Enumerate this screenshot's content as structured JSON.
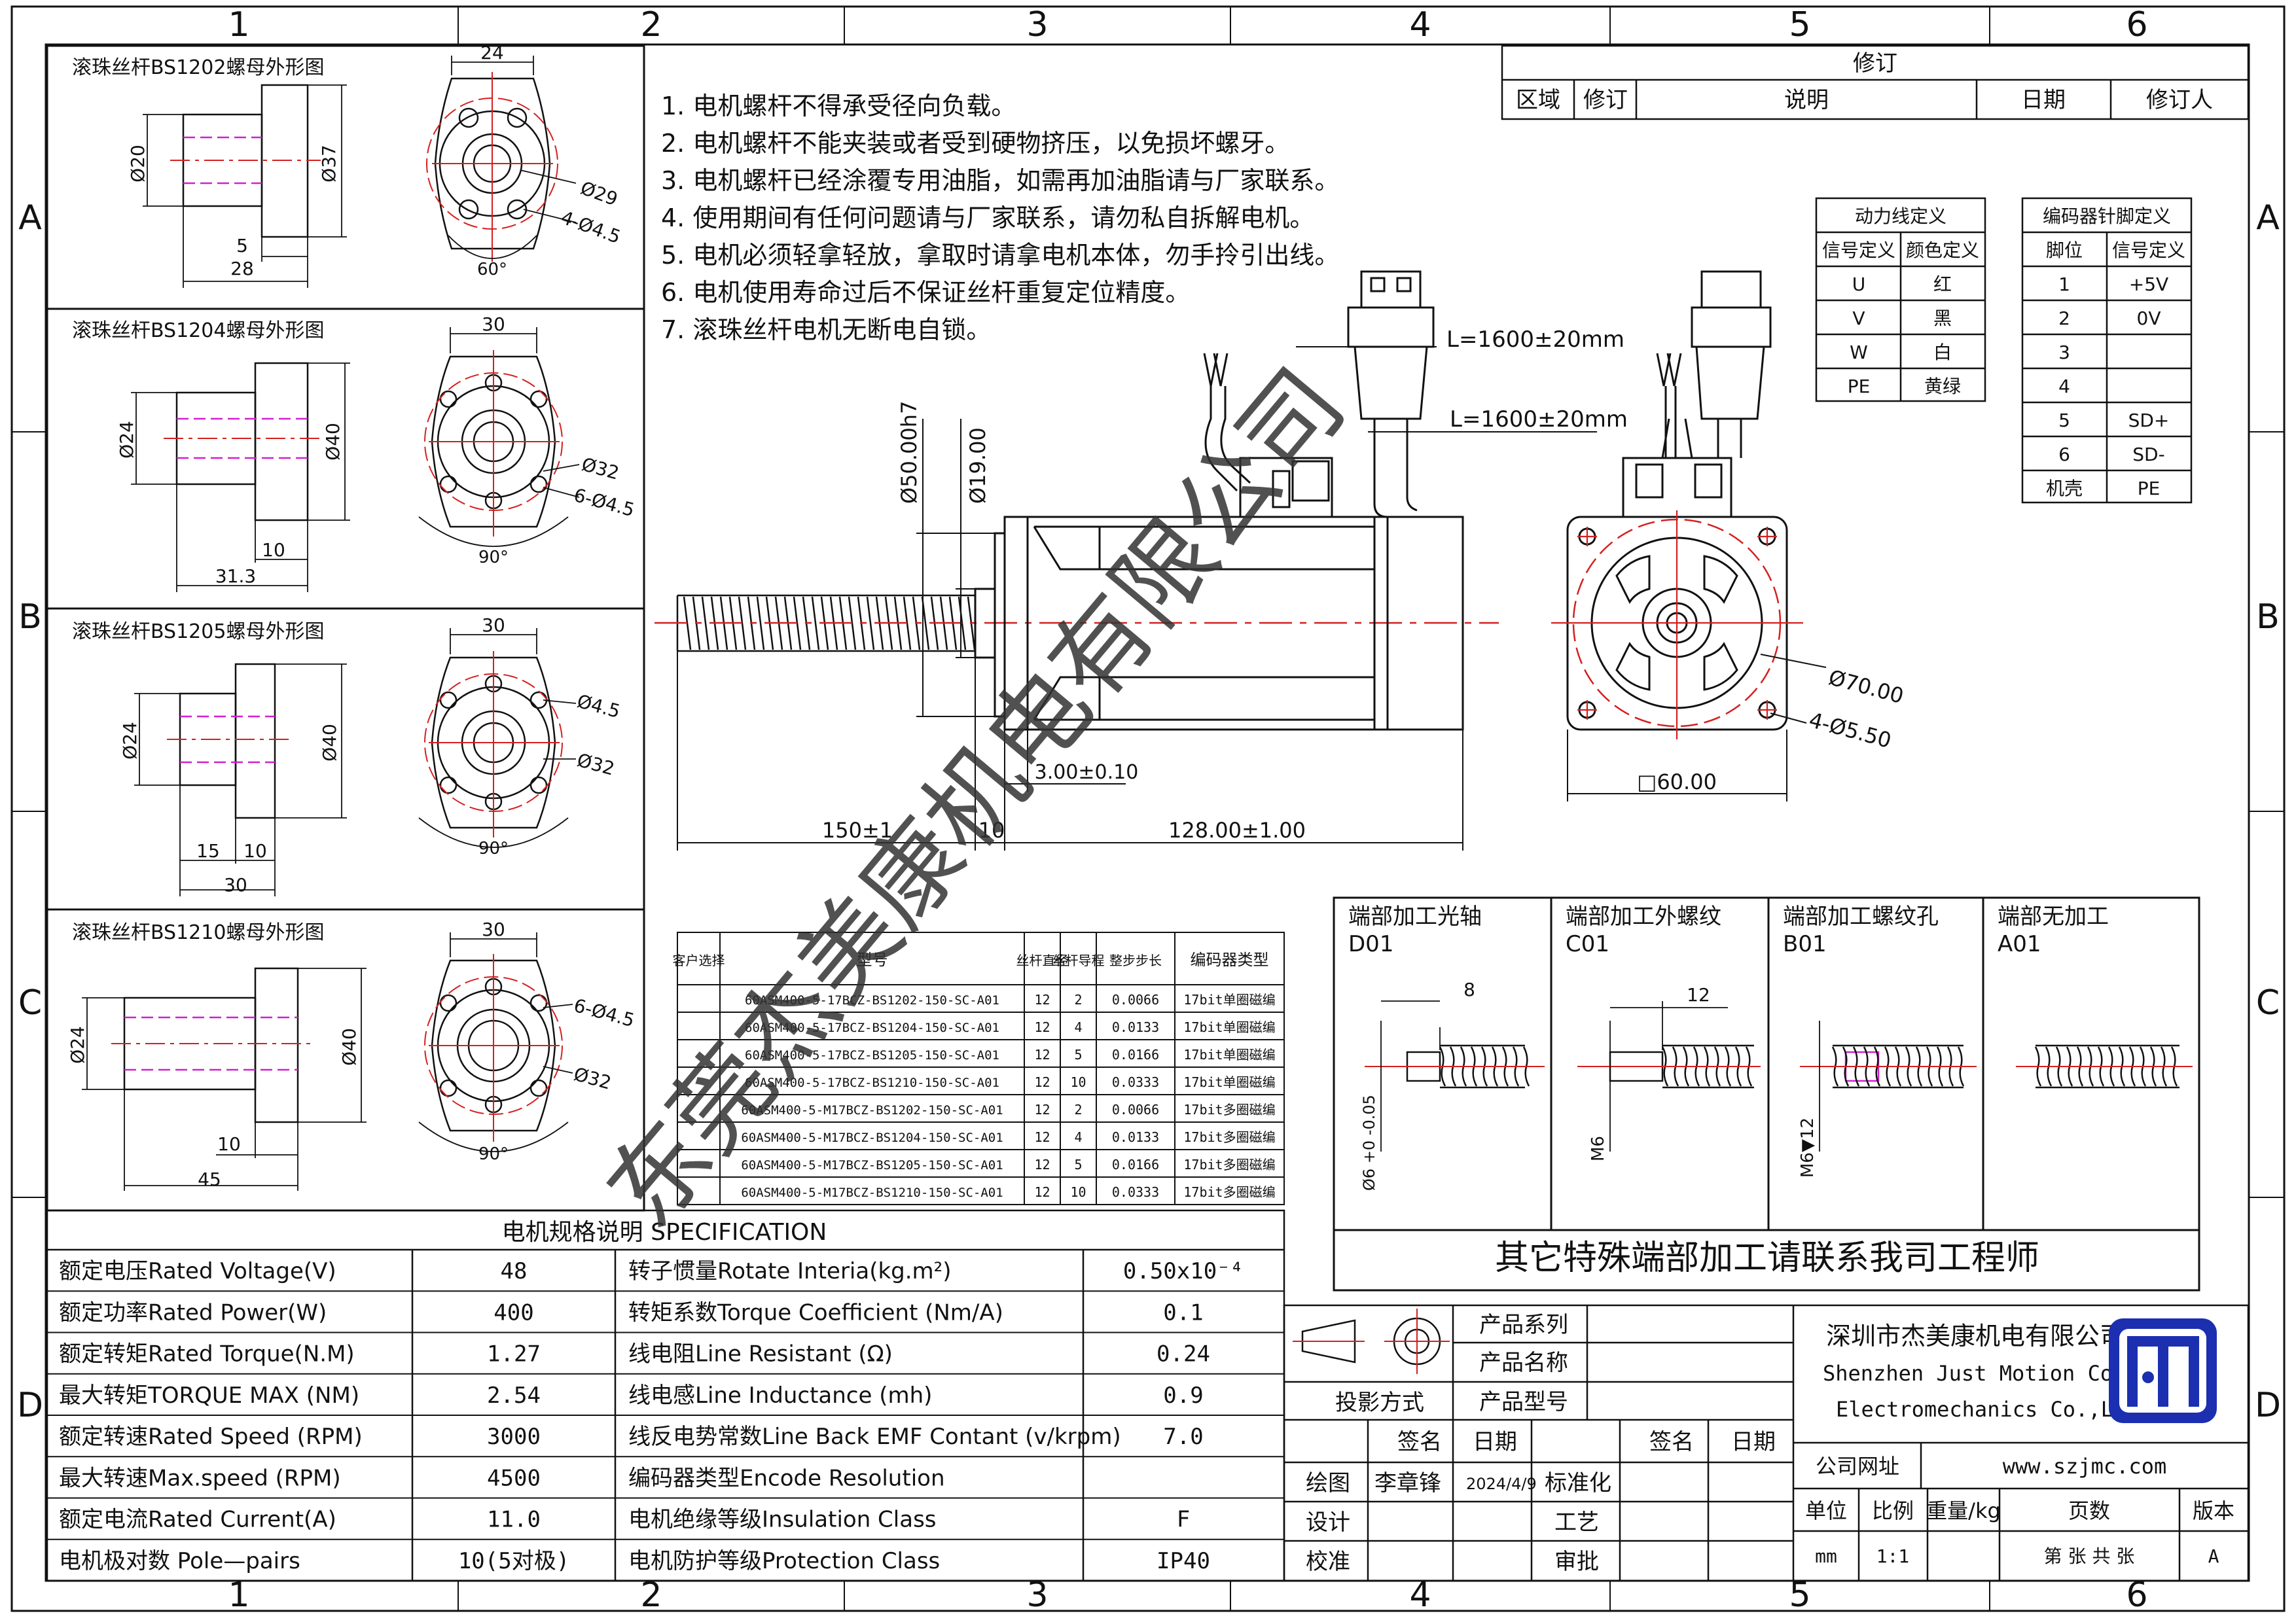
{
  "grid": {
    "cols": [
      "1",
      "2",
      "3",
      "4",
      "5",
      "6"
    ],
    "rows": [
      "A",
      "B",
      "C",
      "D"
    ]
  },
  "revision": {
    "title": "修订",
    "headers": [
      "区域",
      "修订",
      "说明",
      "日期",
      "修订人"
    ]
  },
  "notes": [
    "1. 电机螺杆不得承受径向负载。",
    "2. 电机螺杆不能夹装或者受到硬物挤压，以免损坏螺牙。",
    "3. 电机螺杆已经涂覆专用油脂，如需再加油脂请与厂家联系。",
    "4. 使用期间有任何问题请与厂家联系，请勿私自拆解电机。",
    "5. 电机必须轻拿轻放，拿取时请拿电机本体，勿手拎引出线。",
    "6. 电机使用寿命过后不保证丝杆重复定位精度。",
    "7. 滚珠丝杆电机无断电自锁。"
  ],
  "power_table": {
    "title": "动力线定义",
    "headers": [
      "信号定义",
      "颜色定义"
    ],
    "rows": [
      [
        "U",
        "红"
      ],
      [
        "V",
        "黑"
      ],
      [
        "W",
        "白"
      ],
      [
        "PE",
        "黄绿"
      ]
    ]
  },
  "encoder_table": {
    "title": "编码器针脚定义",
    "headers": [
      "脚位",
      "信号定义"
    ],
    "rows": [
      [
        "1",
        "+5V"
      ],
      [
        "2",
        "0V"
      ],
      [
        "3",
        ""
      ],
      [
        "4",
        ""
      ],
      [
        "5",
        "SD+"
      ],
      [
        "6",
        "SD-"
      ],
      [
        "机壳",
        "PE"
      ]
    ]
  },
  "nuts": [
    {
      "title": "滚珠丝杆BS1202螺母外形图",
      "dia": "Ø20",
      "flange": "Ø37",
      "pcd": "Ø29",
      "holes": "4-Ø4.5",
      "angle": "60°",
      "w": "24",
      "len": "28",
      "sub1": "5",
      "sub2": ""
    },
    {
      "title": "滚珠丝杆BS1204螺母外形图",
      "dia": "Ø24",
      "flange": "Ø40",
      "pcd": "Ø32",
      "holes": "6-Ø4.5",
      "angle": "90°",
      "w": "30",
      "len": "31.3",
      "sub1": "10",
      "sub2": ""
    },
    {
      "title": "滚珠丝杆BS1205螺母外形图",
      "dia": "Ø24",
      "flange": "Ø40",
      "pcd": "Ø32",
      "holes": "Ø4.5",
      "angle": "90°",
      "w": "30",
      "len": "30",
      "sub1": "15",
      "sub2": "10"
    },
    {
      "title": "滚珠丝杆BS1210螺母外形图",
      "dia": "Ø24",
      "flange": "Ø40",
      "pcd": "Ø32",
      "holes": "6-Ø4.5",
      "angle": "90°",
      "w": "30",
      "len": "45",
      "sub1": "10",
      "sub2": ""
    }
  ],
  "motor_dims": {
    "cable1": "L=1600±20mm",
    "cable2": "L=1600±20mm",
    "d50": "Ø50.00h7",
    "d19": "Ø19.00",
    "d70": "Ø70.00",
    "holes": "4-Ø5.50",
    "sq": "□60.00",
    "step": "3.00±0.10",
    "screw_len": "150±1",
    "gap": "10",
    "body_len": "128.00±1.00"
  },
  "end_types": [
    {
      "title": "端部加工光轴",
      "code": "D01",
      "dim1": "8",
      "dim2": "Ø6 +0 -0.05"
    },
    {
      "title": "端部加工外螺纹",
      "code": "C01",
      "dim1": "12",
      "dim2": "M6"
    },
    {
      "title": "端部加工螺纹孔",
      "code": "B01",
      "dim1": "",
      "dim2": "M6▼12"
    },
    {
      "title": "端部无加工",
      "code": "A01",
      "dim1": "",
      "dim2": ""
    }
  ],
  "end_note": "其它特殊端部加工请联系我司工程师",
  "model_table": {
    "headers": [
      "客户选择",
      "型号",
      "丝杆直径",
      "丝杆导程",
      "整步步长",
      "编码器类型"
    ],
    "rows": [
      [
        "",
        "60ASM400-5-17BCZ-BS1202-150-SC-A01",
        "12",
        "2",
        "0.0066",
        "17bit单圈磁编"
      ],
      [
        "",
        "60ASM400-5-17BCZ-BS1204-150-SC-A01",
        "12",
        "4",
        "0.0133",
        "17bit单圈磁编"
      ],
      [
        "",
        "60ASM400-5-17BCZ-BS1205-150-SC-A01",
        "12",
        "5",
        "0.0166",
        "17bit单圈磁编"
      ],
      [
        "",
        "60ASM400-5-17BCZ-BS1210-150-SC-A01",
        "12",
        "10",
        "0.0333",
        "17bit单圈磁编"
      ],
      [
        "",
        "60ASM400-5-M17BCZ-BS1202-150-SC-A01",
        "12",
        "2",
        "0.0066",
        "17bit多圈磁编"
      ],
      [
        "",
        "60ASM400-5-M17BCZ-BS1204-150-SC-A01",
        "12",
        "4",
        "0.0133",
        "17bit多圈磁编"
      ],
      [
        "",
        "60ASM400-5-M17BCZ-BS1205-150-SC-A01",
        "12",
        "5",
        "0.0166",
        "17bit多圈磁编"
      ],
      [
        "",
        "60ASM400-5-M17BCZ-BS1210-150-SC-A01",
        "12",
        "10",
        "0.0333",
        "17bit多圈磁编"
      ]
    ]
  },
  "spec": {
    "title": "电机规格说明 SPECIFICATION",
    "left": [
      [
        "额定电压Rated Voltage(V)",
        "48"
      ],
      [
        "额定功率Rated Power(W)",
        "400"
      ],
      [
        "额定转矩Rated Torque(N.M)",
        "1.27"
      ],
      [
        "最大转矩TORQUE MAX (NM)",
        "2.54"
      ],
      [
        "额定转速Rated Speed (RPM)",
        "3000"
      ],
      [
        "最大转速Max.speed (RPM)",
        "4500"
      ],
      [
        "额定电流Rated Current(A)",
        "11.0"
      ],
      [
        "电机极对数 Pole—pairs",
        "10(5对极)"
      ]
    ],
    "right": [
      [
        "转子惯量Rotate Interia(kg.m²)",
        "0.50x10⁻⁴"
      ],
      [
        "转矩系数Torque Coefficient (Nm/A)",
        "0.1"
      ],
      [
        "线电阻Line Resistant (Ω)",
        "0.24"
      ],
      [
        "线电感Line Inductance (mh)",
        "0.9"
      ],
      [
        "线反电势常数Line Back EMF Contant (v/krpm)",
        "7.0"
      ],
      [
        "编码器类型Encode Resolution",
        ""
      ],
      [
        "电机绝缘等级Insulation Class",
        "F"
      ],
      [
        "电机防护等级Protection Class",
        "IP40"
      ]
    ]
  },
  "title_block": {
    "projection": "投影方式",
    "product_series": "产品系列",
    "product_name": "产品名称",
    "product_model": "产品型号",
    "sign": "签名",
    "date": "日期",
    "sign2": "签名",
    "date2": "日期",
    "draw": "绘图",
    "drawer": "李章锋",
    "draw_date": "2024/4/9",
    "standard": "标准化",
    "design": "设计",
    "craft": "工艺",
    "check": "校准",
    "approve": "审批",
    "company_cn": "深圳市杰美康机电有限公司",
    "company_en1": "Shenzhen Just Motion Control",
    "company_en2": "Electromechanics Co.,LTD",
    "website_label": "公司网址",
    "website": "www.szjmc.com",
    "unit_label": "单位",
    "scale_label": "比例",
    "weight_label": "重量/kg",
    "pages_label": "页数",
    "version_label": "版本",
    "unit": "mm",
    "scale": "1:1",
    "weight": "",
    "pages": "第 张 共 张",
    "version": "A"
  },
  "watermark": "东莞杰美康机电有限公司",
  "colors": {
    "line": "#111111",
    "center": "#d42020",
    "hidden": "#d020d0",
    "logo": "#1b2fb0"
  }
}
